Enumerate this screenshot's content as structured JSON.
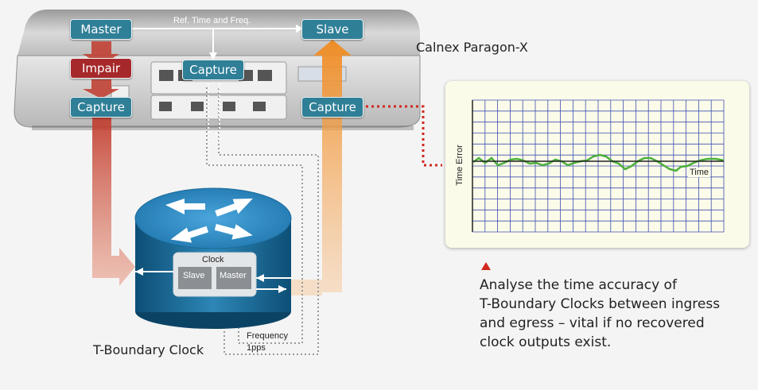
{
  "device": {
    "name": "Calnex Paragon-X",
    "master": "Master",
    "slave": "Slave",
    "impair": "Impair",
    "capture_center": "Capture",
    "capture_left": "Capture",
    "capture_right": "Capture",
    "ref_label": "Ref. Time and Freq."
  },
  "clock": {
    "device_label": "T-Boundary Clock",
    "clock_label": "Clock",
    "slave": "Slave",
    "master": "Master",
    "frequency": "Frequency",
    "pps": "1pps"
  },
  "chart": {
    "ylabel": "Time Error",
    "xlabel": "Time"
  },
  "description": {
    "line1": "Analyse the time accuracy of",
    "line2": "T-Boundary Clocks between ingress",
    "line3": "and egress – vital if no recovered",
    "line4": "clock outputs exist."
  },
  "colors": {
    "teal": "#2f7f97",
    "red": "#a6282a",
    "orange": "#f39a2e",
    "trace": "#4caf3a",
    "grid": "#3f4fb0"
  }
}
